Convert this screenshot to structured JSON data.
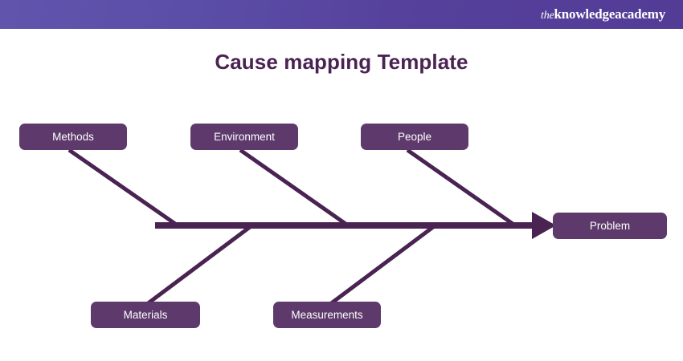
{
  "header": {
    "brand_prefix": "the",
    "brand_name": "knowledgeacademy",
    "background_color": "#5b4ea8"
  },
  "title": "Cause mapping Template",
  "diagram": {
    "type": "fishbone",
    "accent_color": "#4a2352",
    "node_fill_color": "#5d3a6b",
    "spine_label": "main-spine",
    "effect": {
      "label": "Problem"
    },
    "causes_top": [
      {
        "label": "Methods"
      },
      {
        "label": "Environment"
      },
      {
        "label": "People"
      }
    ],
    "causes_bottom": [
      {
        "label": "Materials"
      },
      {
        "label": "Measurements"
      }
    ]
  }
}
